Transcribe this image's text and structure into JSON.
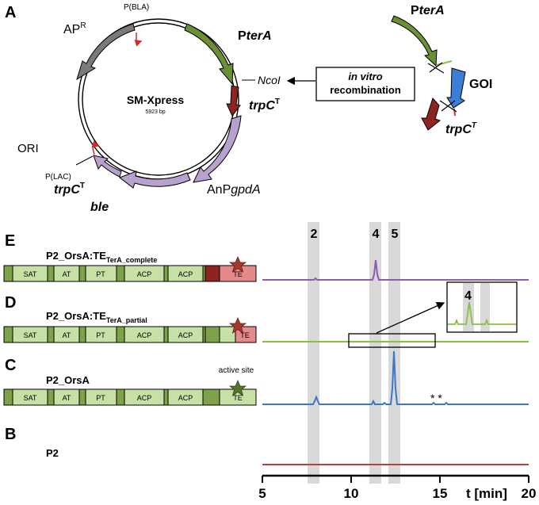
{
  "panel_a": {
    "letter": "A",
    "plasmid": {
      "name": "SM-Xpress",
      "size": "5923 bp"
    },
    "labels": {
      "p_bla": "P(BLA)",
      "ap_r": "AP",
      "ap_r_sup": "R",
      "pter_prefix": "P",
      "pter_italic": "terA",
      "ncoi": "NcoI",
      "trpc_italic": "trpC",
      "trpc_sup": "T",
      "ori": "ORI",
      "p_lac": "P(LAC)",
      "ble": "ble",
      "anp_prefix": "AnP",
      "anp_italic": "gpdA"
    },
    "recombination": {
      "line1": "in vitro",
      "line2": "recombination"
    },
    "insert": {
      "pter_prefix": "P",
      "pter_italic": "terA",
      "goi": "GOI",
      "trpc_italic": "trpC",
      "trpc_sup": "T"
    },
    "colors": {
      "pter": "#6a8f35",
      "trpc": "#8e2420",
      "anp": "#b7a2cf",
      "ap": "#7a7a7a",
      "goi": "#3d7ed6",
      "arrow_red": "#d42a2a"
    }
  },
  "panel_letters": {
    "e": "E",
    "d": "D",
    "c": "C",
    "b": "B"
  },
  "constructs": {
    "e": {
      "name_main": "P2_OrsA:TE",
      "name_sub": "TerA_complete",
      "domains": [
        "SAT",
        "AT",
        "PT",
        "ACP",
        "ACP",
        "TE"
      ]
    },
    "d": {
      "name_main": "P2_OrsA:TE",
      "name_sub": "TerA_partial",
      "domains": [
        "SAT",
        "AT",
        "PT",
        "ACP",
        "ACP",
        "TE"
      ]
    },
    "c": {
      "name_main": "P2_OrsA",
      "domains": [
        "SAT",
        "AT",
        "PT",
        "ACP",
        "ACP",
        "TE"
      ],
      "annotation": "active site"
    },
    "b": {
      "name_main": "P2"
    }
  },
  "chromatogram": {
    "peak_labels": [
      "2",
      "4",
      "5"
    ],
    "inset_label": "4",
    "asterisks": "* *",
    "x_ticks": [
      "5",
      "10",
      "15",
      "20"
    ],
    "x_axis_label": "t [min]",
    "x_range": [
      5,
      20
    ],
    "traces": [
      {
        "id": "e",
        "color": "#8e5bb0"
      },
      {
        "id": "d",
        "color": "#8cbd45"
      },
      {
        "id": "c",
        "color": "#3e78c4"
      },
      {
        "id": "b",
        "color": "#b8403c"
      }
    ]
  },
  "domain_colors": {
    "box": "#c7e0a5",
    "spacer": "#7ea24a",
    "te_red": "#e48a8a",
    "te_dark": "#8e2420",
    "star_red": "#a3382d",
    "star_green": "#55752c"
  }
}
